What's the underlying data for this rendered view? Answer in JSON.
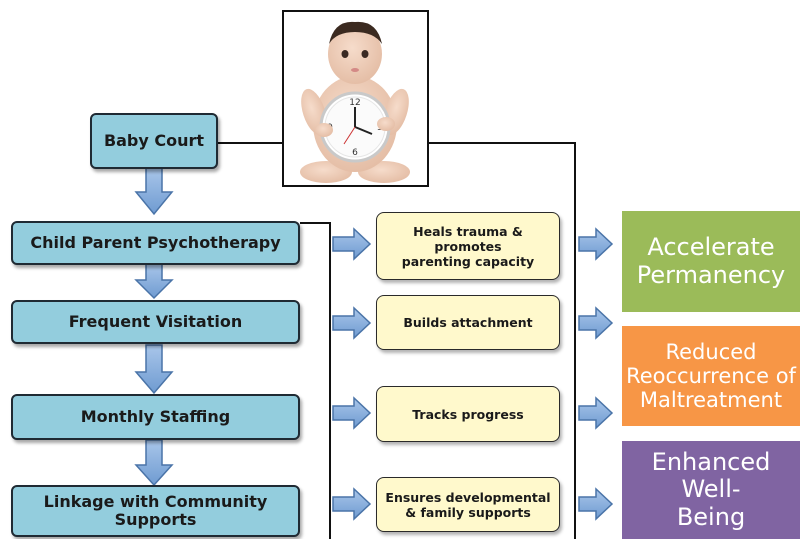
{
  "title_box": "Baby Court",
  "left_boxes": [
    "Child Parent Psychotherapy",
    "Frequent Visitation",
    "Monthly Staffing",
    "Linkage with Community Supports"
  ],
  "mid_boxes": [
    "Heals trauma & promotes parenting capacity",
    "Builds attachment",
    "Tracks progress",
    "Ensures developmental & family supports"
  ],
  "outcomes": [
    {
      "label": "Accelerate Permanency",
      "color": "#9bbb59"
    },
    {
      "label": "Reduced Reoccurrence of Maltreatment",
      "color": "#f79646"
    },
    {
      "label": "Enhanced Well-Being",
      "color": "#8064a2"
    }
  ],
  "clock_numbers": [
    "12",
    "3",
    "6",
    "9"
  ],
  "colors": {
    "left_box": "#93cddd",
    "mid_box": "#fff9cc",
    "arrow": "#7fa8d8"
  }
}
